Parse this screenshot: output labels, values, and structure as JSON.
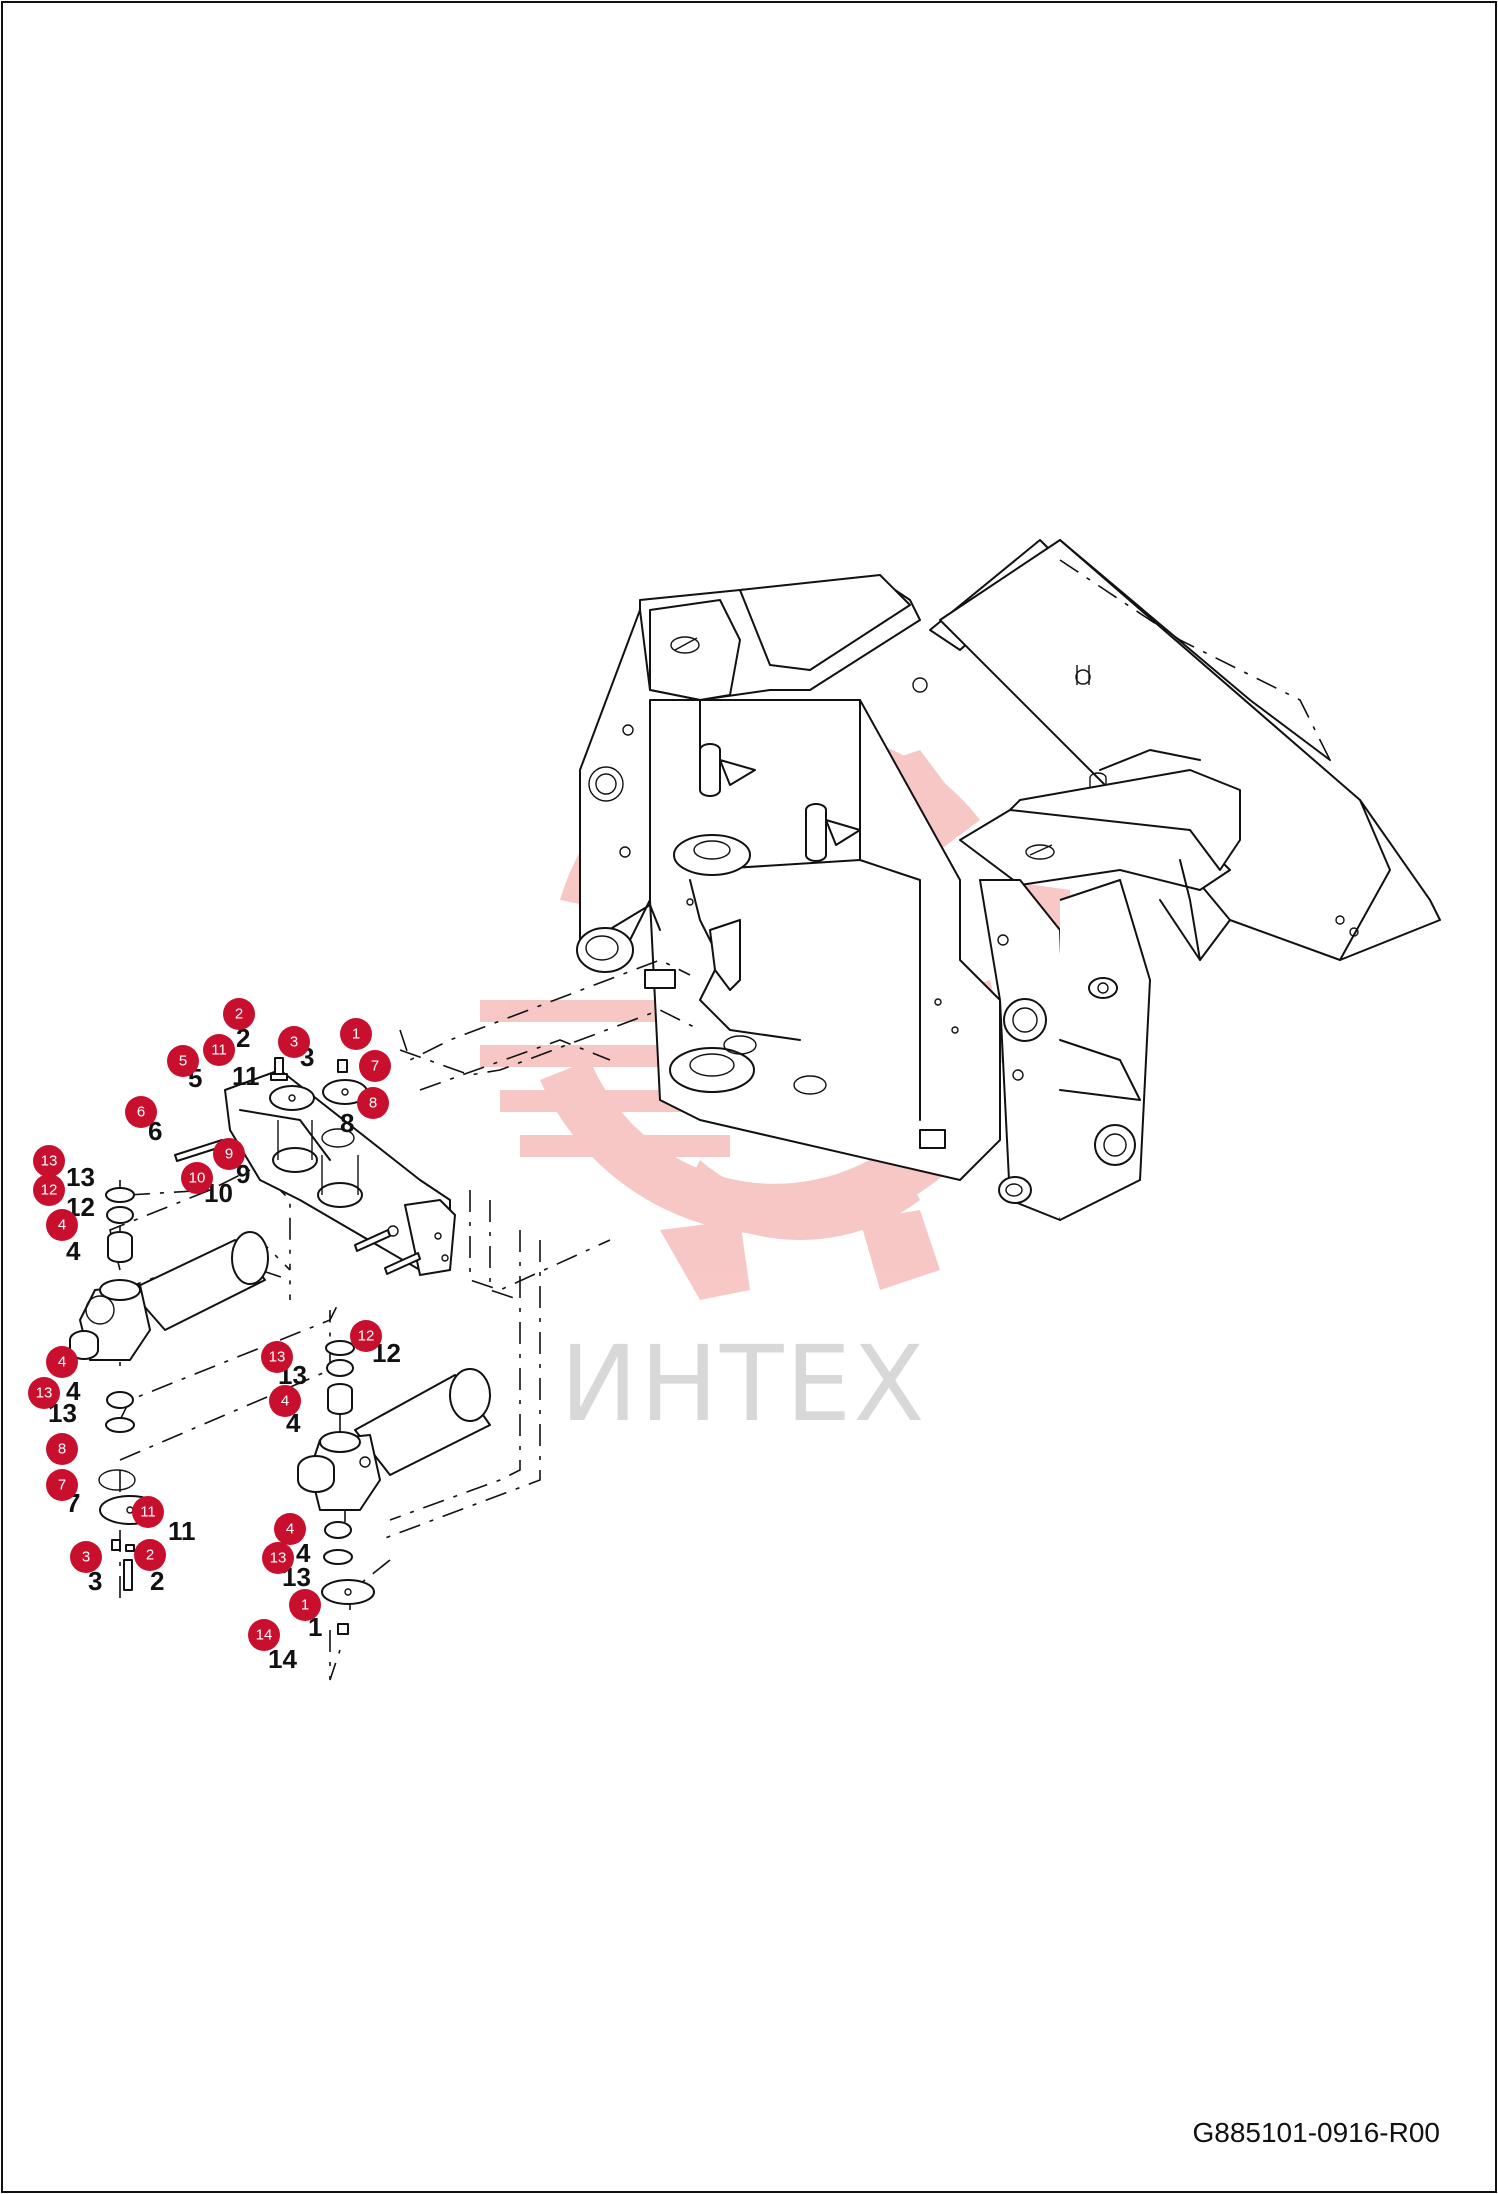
{
  "drawing_code": "G885101-0916-R00",
  "watermark_text": "ИНТЕХ",
  "accent_color": "#c8102e",
  "callouts": [
    "1",
    "2",
    "3",
    "4",
    "5",
    "6",
    "7",
    "8",
    "9",
    "10",
    "11",
    "12",
    "13",
    "14"
  ],
  "part_numbers": [
    "1",
    "2",
    "3",
    "4",
    "5",
    "6",
    "7",
    "8",
    "9",
    "10",
    "11",
    "12",
    "13",
    "14"
  ]
}
